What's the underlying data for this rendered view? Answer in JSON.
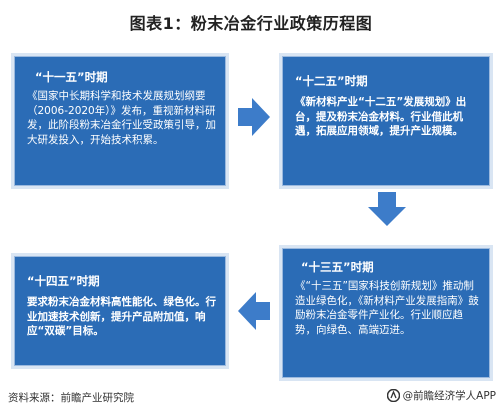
{
  "title": "图表1：粉末冶金行业政策历程图",
  "cards": [
    {
      "period": "“十一五”时期",
      "text": "《国家中长期科学和技术发展规划纲要（2006-2020年）》发布，重视新材料研发，此阶段粉末冶金行业受政策引导，加大研发投入，开始技术积累。"
    },
    {
      "period": "“十二五”时期",
      "text": "《新材料产业“十二五”发展规划》出台，提及粉末冶金材料。行业借此机遇，拓展应用领域，提升产业规模。"
    },
    {
      "period": "“十三五”时期",
      "text": "《“十三五”国家科技创新规划》推动制造业绿色化，《新材料产业发展指南》鼓励粉末冶金零件产业化。行业顺应趋势，向绿色、高端迈进。"
    },
    {
      "period": "“十四五”时期",
      "text": "要求粉末冶金材料高性能化、绿色化。行业加速技术创新，提升产品附加值，响应“双碳”目标。"
    }
  ],
  "footer": {
    "source": "资料来源：前瞻产业研究院",
    "brand": "@前瞻经济学人APP"
  },
  "colors": {
    "card": "#2b6cb6",
    "arrow": "#3d7cc9"
  }
}
